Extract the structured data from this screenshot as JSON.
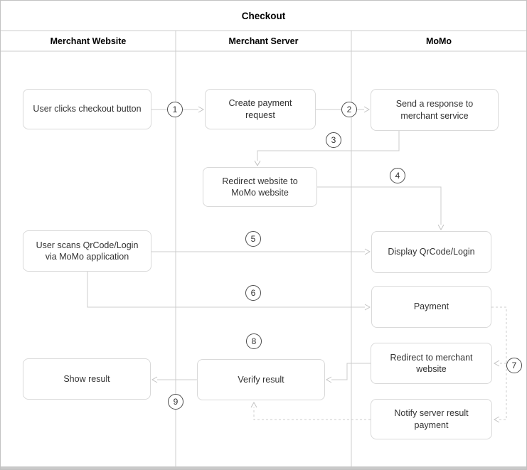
{
  "title": "Checkout",
  "lanes": [
    {
      "label": "Merchant Website"
    },
    {
      "label": "Merchant Server"
    },
    {
      "label": "MoMo"
    }
  ],
  "nodes": {
    "user_clicks": {
      "label": "User clicks checkout button",
      "lane": "Merchant Website"
    },
    "create_payment": {
      "label": "Create payment request",
      "lane": "Merchant Server"
    },
    "send_response": {
      "label": "Send a response to merchant service",
      "lane": "MoMo"
    },
    "redirect_website": {
      "label": "Redirect website to MoMo website",
      "lane": "Merchant Server"
    },
    "user_scans": {
      "label": "User scans QrCode/Login via MoMo application",
      "lane": "Merchant Website"
    },
    "display_qrcode": {
      "label": "Display QrCode/Login",
      "lane": "MoMo"
    },
    "payment": {
      "label": "Payment",
      "lane": "MoMo"
    },
    "redirect_merchant": {
      "label": "Redirect to merchant website",
      "lane": "MoMo"
    },
    "verify_result": {
      "label": "Verify result",
      "lane": "Merchant Server"
    },
    "show_result": {
      "label": "Show result",
      "lane": "Merchant Website"
    },
    "notify_server": {
      "label": "Notify server result payment",
      "lane": "MoMo"
    }
  },
  "steps": [
    "1",
    "2",
    "3",
    "4",
    "5",
    "6",
    "7",
    "8",
    "9"
  ],
  "edges": [
    {
      "step": "1",
      "from": "User clicks checkout button",
      "to": "Create payment request",
      "style": "solid"
    },
    {
      "step": "2",
      "from": "Create payment request",
      "to": "Send a response to merchant service",
      "style": "solid"
    },
    {
      "step": "3",
      "from": "Send a response to merchant service",
      "to": "Redirect website to MoMo website",
      "style": "solid"
    },
    {
      "step": "4",
      "from": "Redirect website to MoMo website",
      "to": "Display QrCode/Login",
      "style": "solid"
    },
    {
      "step": "5",
      "from": "User scans QrCode/Login via MoMo application",
      "to": "Display QrCode/Login",
      "style": "solid"
    },
    {
      "step": "6",
      "from": "User scans QrCode/Login via MoMo application",
      "to": "Payment",
      "style": "solid"
    },
    {
      "step": "7",
      "from": "Payment",
      "to": "Redirect to merchant website",
      "style": "dashed"
    },
    {
      "step": "7",
      "from": "Payment",
      "to": "Notify server result payment",
      "style": "dashed"
    },
    {
      "step": "8",
      "from": "Redirect to merchant website",
      "to": "Verify result",
      "style": "solid"
    },
    {
      "step": "9",
      "from": "Verify result",
      "to": "Show result",
      "style": "solid"
    },
    {
      "step": "",
      "from": "Notify server result payment",
      "to": "Verify result",
      "style": "dashed"
    }
  ],
  "colors": {
    "line": "#cccccc",
    "box_border": "#d9d9d9",
    "text": "#333333",
    "circle_border": "#4d4d4d",
    "background": "#ffffff"
  }
}
